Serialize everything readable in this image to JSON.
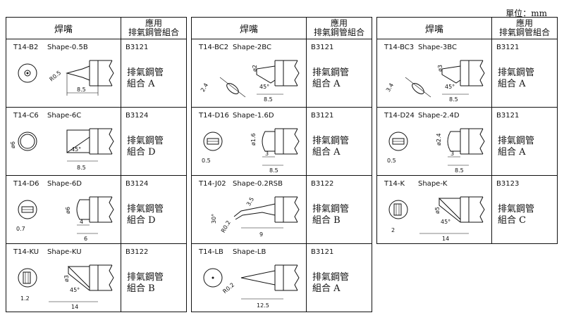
{
  "unit_label": "單位：mm",
  "headers": {
    "tip": "焊嘴",
    "app_line1": "應用",
    "app_line2": "排氣鋼管組合"
  },
  "columns": [
    [
      {
        "code": "T14-B2",
        "shape": "Shape-0.5B",
        "part": "B3121",
        "desc1": "排氣鋼管",
        "desc2": "組合 A",
        "dims": [
          "R0.5",
          "8.5"
        ],
        "kind": "cone"
      },
      {
        "code": "T14-C6",
        "shape": "Shape-6C",
        "part": "B3124",
        "desc1": "排氣鋼管",
        "desc2": "組合 D",
        "dims": [
          "ø6",
          "45°",
          "8.5"
        ],
        "kind": "bevel"
      },
      {
        "code": "T14-D6",
        "shape": "Shape-6D",
        "part": "B3124",
        "desc1": "排氣鋼管",
        "desc2": "組合 D",
        "dims": [
          "ø6",
          "0.7",
          "4",
          "6"
        ],
        "kind": "chisel"
      },
      {
        "code": "T14-KU",
        "shape": "Shape-KU",
        "part": "B3122",
        "desc1": "排氣鋼管",
        "desc2": "組合 B",
        "dims": [
          "ø3",
          "1.2",
          "45°",
          "14"
        ],
        "kind": "knife"
      }
    ],
    [
      {
        "code": "T14-BC2",
        "shape": "Shape-2BC",
        "part": "B3121",
        "desc1": "排氣鋼管",
        "desc2": "組合 A",
        "dims": [
          "2.4",
          "ø2",
          "45°",
          "8.5"
        ],
        "kind": "bevelcone"
      },
      {
        "code": "T14-D16",
        "shape": "Shape-1.6D",
        "part": "B3121",
        "desc1": "排氣鋼管",
        "desc2": "組合 A",
        "dims": [
          "ø1.6",
          "0.5",
          "3",
          "8.5"
        ],
        "kind": "chisel"
      },
      {
        "code": "T14-J02",
        "shape": "Shape-0.2RSB",
        "part": "B3122",
        "desc1": "排氣鋼管",
        "desc2": "組合 B",
        "dims": [
          "3.5",
          "30°",
          "R0.2",
          "9"
        ],
        "kind": "bent"
      },
      {
        "code": "T14-LB",
        "shape": "Shape-LB",
        "part": "B3121",
        "desc1": "排氣鋼管",
        "desc2": "組合 A",
        "dims": [
          "R0.2",
          "12.5"
        ],
        "kind": "long"
      }
    ],
    [
      {
        "code": "T14-BC3",
        "shape": "Shape-3BC",
        "part": "B3121",
        "desc1": "排氣鋼管",
        "desc2": "組合 A",
        "dims": [
          "3.4",
          "ø3",
          "45°",
          "8.5"
        ],
        "kind": "bevelcone"
      },
      {
        "code": "T14-D24",
        "shape": "Shape-2.4D",
        "part": "B3121",
        "desc1": "排氣鋼管",
        "desc2": "組合 A",
        "dims": [
          "ø2.4",
          "0.5",
          "3",
          "8.5"
        ],
        "kind": "chisel"
      },
      {
        "code": "T14-K",
        "shape": "Shape-K",
        "part": "B3123",
        "desc1": "排氣鋼管",
        "desc2": "組合 C",
        "dims": [
          "ø5",
          "2",
          "45°",
          "14"
        ],
        "kind": "knife"
      }
    ]
  ]
}
